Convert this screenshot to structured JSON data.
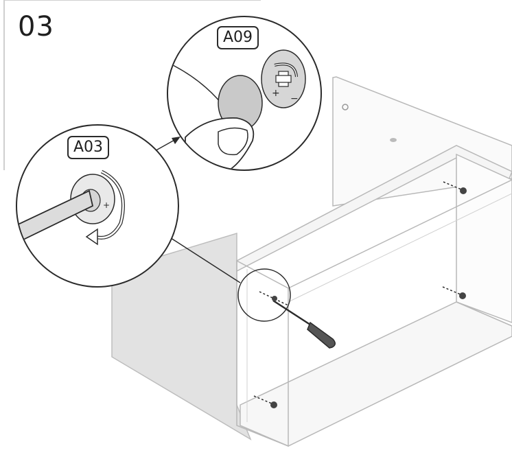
{
  "step": {
    "number": "03"
  },
  "callouts": [
    {
      "label": "A09",
      "part": "cam-lock-cover-cap"
    },
    {
      "label": "A03",
      "part": "cam-lock-fitting"
    }
  ],
  "colors": {
    "line": "#2a2a2a",
    "panel_light": "#fafafa",
    "panel_shade": "#e2e2e2",
    "metal": "#c9c9c9"
  },
  "icons": [
    "screwdriver-icon",
    "rotation-arrow-icon",
    "cam-lock-icon",
    "cover-cap-icon",
    "finger-icon"
  ]
}
